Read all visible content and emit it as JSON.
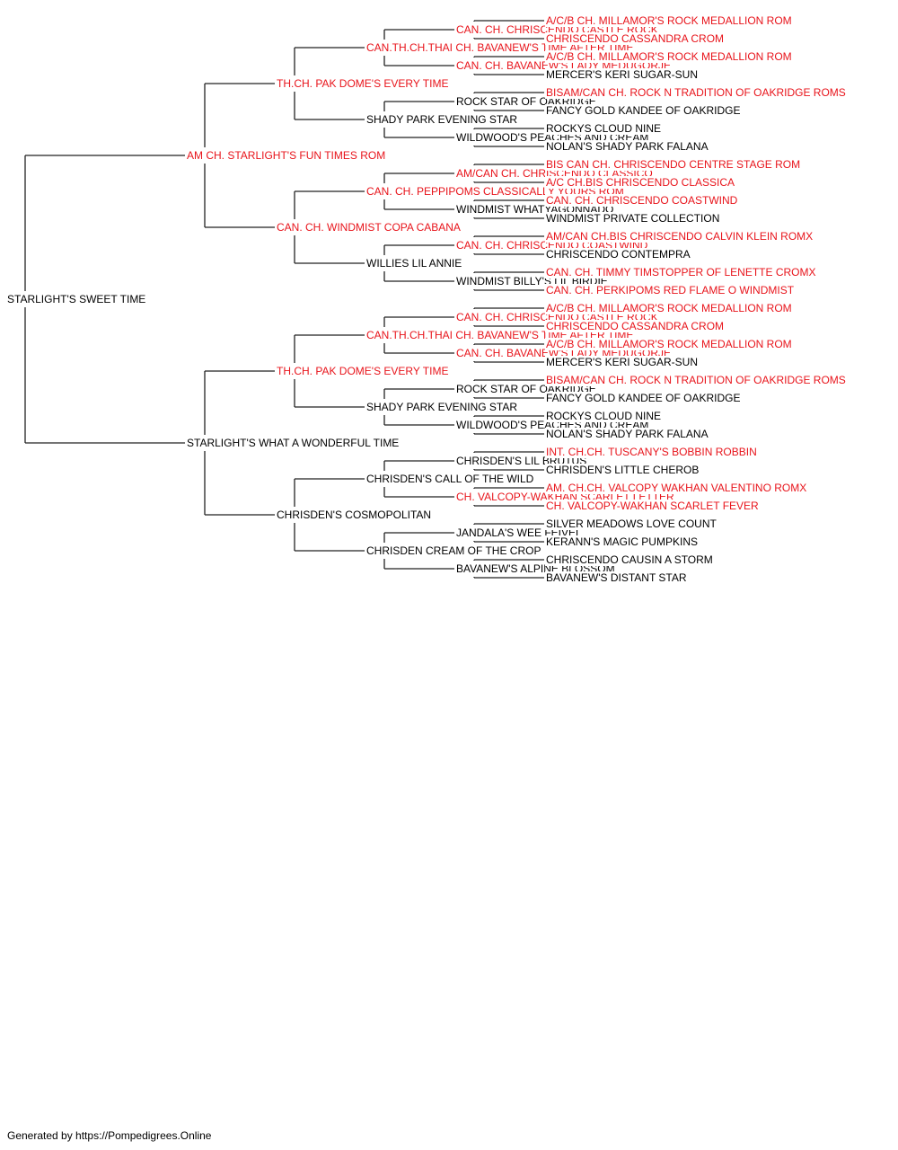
{
  "colors": {
    "champion": "#e8141b",
    "regular": "#000000",
    "line": "#222222"
  },
  "footer": "Generated by https://Pompedigrees.Online",
  "pedigree": {
    "name": "STARLIGHT'S SWEET TIME",
    "champion": false,
    "sire": {
      "name": "AM CH. STARLIGHT'S FUN TIMES ROM",
      "champion": true,
      "sire": {
        "name": "TH.CH. PAK DOME'S EVERY TIME",
        "champion": true,
        "sire": {
          "name": "CAN.TH.CH.THAI CH. BAVANEW'S TIME AFTER TIME",
          "champion": true,
          "sire": {
            "name": "CAN. CH. CHRISCENDO CASTLE ROCK",
            "champion": true,
            "sire": {
              "name": "A/C/B CH. MILLAMOR'S ROCK MEDALLION ROM",
              "champion": true
            },
            "dam": {
              "name": "CHRISCENDO CASSANDRA CROM",
              "champion": true
            }
          },
          "dam": {
            "name": "CAN. CH. BAVANEW'S LADY MEDUGORJE",
            "champion": true,
            "sire": {
              "name": "A/C/B CH. MILLAMOR'S ROCK MEDALLION ROM",
              "champion": true
            },
            "dam": {
              "name": "MERCER'S KERI SUGAR-SUN",
              "champion": false
            }
          }
        },
        "dam": {
          "name": "SHADY PARK EVENING STAR",
          "champion": false,
          "sire": {
            "name": "ROCK STAR OF OAKRIDGE",
            "champion": false,
            "sire": {
              "name": "BISAM/CAN CH. ROCK N TRADITION OF OAKRIDGE ROMS",
              "champion": true
            },
            "dam": {
              "name": "FANCY GOLD KANDEE OF OAKRIDGE",
              "champion": false
            }
          },
          "dam": {
            "name": "WILDWOOD'S PEACHES AND CREAM",
            "champion": false,
            "sire": {
              "name": "ROCKYS CLOUD NINE",
              "champion": false
            },
            "dam": {
              "name": "NOLAN'S SHADY PARK FALANA",
              "champion": false
            }
          }
        }
      },
      "dam": {
        "name": "CAN. CH. WINDMIST COPA CABANA",
        "champion": true,
        "sire": {
          "name": "CAN. CH. PEPPIPOMS CLASSICALLY YOURS ROM",
          "champion": true,
          "sire": {
            "name": "AM/CAN CH. CHRISCENDO CLASSICO",
            "champion": true,
            "sire": {
              "name": "BIS CAN CH. CHRISCENDO CENTRE STAGE ROM",
              "champion": true
            },
            "dam": {
              "name": "A/C CH.BIS CHRISCENDO CLASSICA",
              "champion": true
            }
          },
          "dam": {
            "name": "WINDMIST WHATYAGONNADO",
            "champion": false,
            "sire": {
              "name": "CAN. CH. CHRISCENDO COASTWIND",
              "champion": true
            },
            "dam": {
              "name": "WINDMIST PRIVATE COLLECTION",
              "champion": false
            }
          }
        },
        "dam": {
          "name": "WILLIES LIL ANNIE",
          "champion": false,
          "sire": {
            "name": "CAN. CH. CHRISCENDO COASTWIND",
            "champion": true,
            "sire": {
              "name": "AM/CAN CH.BIS CHRISCENDO CALVIN KLEIN ROMX",
              "champion": true
            },
            "dam": {
              "name": "CHRISCENDO CONTEMPRA",
              "champion": false
            }
          },
          "dam": {
            "name": "WINDMIST BILLY'S LIL BIRDIE",
            "champion": false,
            "sire": {
              "name": "CAN. CH. TIMMY TIMSTOPPER OF LENETTE CROMX",
              "champion": true
            },
            "dam": {
              "name": "CAN. CH. PERKIPOMS RED FLAME O WINDMIST",
              "champion": true
            }
          }
        }
      }
    },
    "dam": {
      "name": "STARLIGHT'S WHAT A WONDERFUL TIME",
      "champion": false,
      "sire": {
        "name": "TH.CH. PAK DOME'S EVERY TIME",
        "champion": true,
        "sire": {
          "name": "CAN.TH.CH.THAI CH. BAVANEW'S TIME AFTER TIME",
          "champion": true,
          "sire": {
            "name": "CAN. CH. CHRISCENDO CASTLE ROCK",
            "champion": true,
            "sire": {
              "name": "A/C/B CH. MILLAMOR'S ROCK MEDALLION ROM",
              "champion": true
            },
            "dam": {
              "name": "CHRISCENDO CASSANDRA CROM",
              "champion": true
            }
          },
          "dam": {
            "name": "CAN. CH. BAVANEW'S LADY MEDUGORJE",
            "champion": true,
            "sire": {
              "name": "A/C/B CH. MILLAMOR'S ROCK MEDALLION ROM",
              "champion": true
            },
            "dam": {
              "name": "MERCER'S KERI SUGAR-SUN",
              "champion": false
            }
          }
        },
        "dam": {
          "name": "SHADY PARK EVENING STAR",
          "champion": false,
          "sire": {
            "name": "ROCK STAR OF OAKRIDGE",
            "champion": false,
            "sire": {
              "name": "BISAM/CAN CH. ROCK N TRADITION OF OAKRIDGE ROMS",
              "champion": true
            },
            "dam": {
              "name": "FANCY GOLD KANDEE OF OAKRIDGE",
              "champion": false
            }
          },
          "dam": {
            "name": "WILDWOOD'S PEACHES AND CREAM",
            "champion": false,
            "sire": {
              "name": "ROCKYS CLOUD NINE",
              "champion": false
            },
            "dam": {
              "name": "NOLAN'S SHADY PARK FALANA",
              "champion": false
            }
          }
        }
      },
      "dam": {
        "name": "CHRISDEN'S COSMOPOLITAN",
        "champion": false,
        "sire": {
          "name": "CHRISDEN'S CALL OF THE WILD",
          "champion": false,
          "sire": {
            "name": "CHRISDEN'S LIL BRUTUS",
            "champion": false,
            "sire": {
              "name": "INT. CH.CH. TUSCANY'S BOBBIN ROBBIN",
              "champion": true
            },
            "dam": {
              "name": "CHRISDEN'S LITTLE CHEROB",
              "champion": false
            }
          },
          "dam": {
            "name": "CH. VALCOPY-WAKHAN SCARLET LETTER",
            "champion": true,
            "sire": {
              "name": "AM. CH.CH. VALCOPY WAKHAN VALENTINO ROMX",
              "champion": true
            },
            "dam": {
              "name": "CH. VALCOPY-WAKHAN SCARLET FEVER",
              "champion": true
            }
          }
        },
        "dam": {
          "name": "CHRISDEN CREAM OF THE CROP",
          "champion": false,
          "sire": {
            "name": "JANDALA'S WEE FEIVEL",
            "champion": false,
            "sire": {
              "name": "SILVER MEADOWS LOVE COUNT",
              "champion": false
            },
            "dam": {
              "name": "KERANN'S MAGIC PUMPKINS",
              "champion": false
            }
          },
          "dam": {
            "name": "BAVANEW'S ALPINE BLOSSOM",
            "champion": false,
            "sire": {
              "name": "CHRISCENDO CAUSIN A STORM",
              "champion": false
            },
            "dam": {
              "name": "BAVANEW'S DISTANT STAR",
              "champion": false
            }
          }
        }
      }
    }
  }
}
